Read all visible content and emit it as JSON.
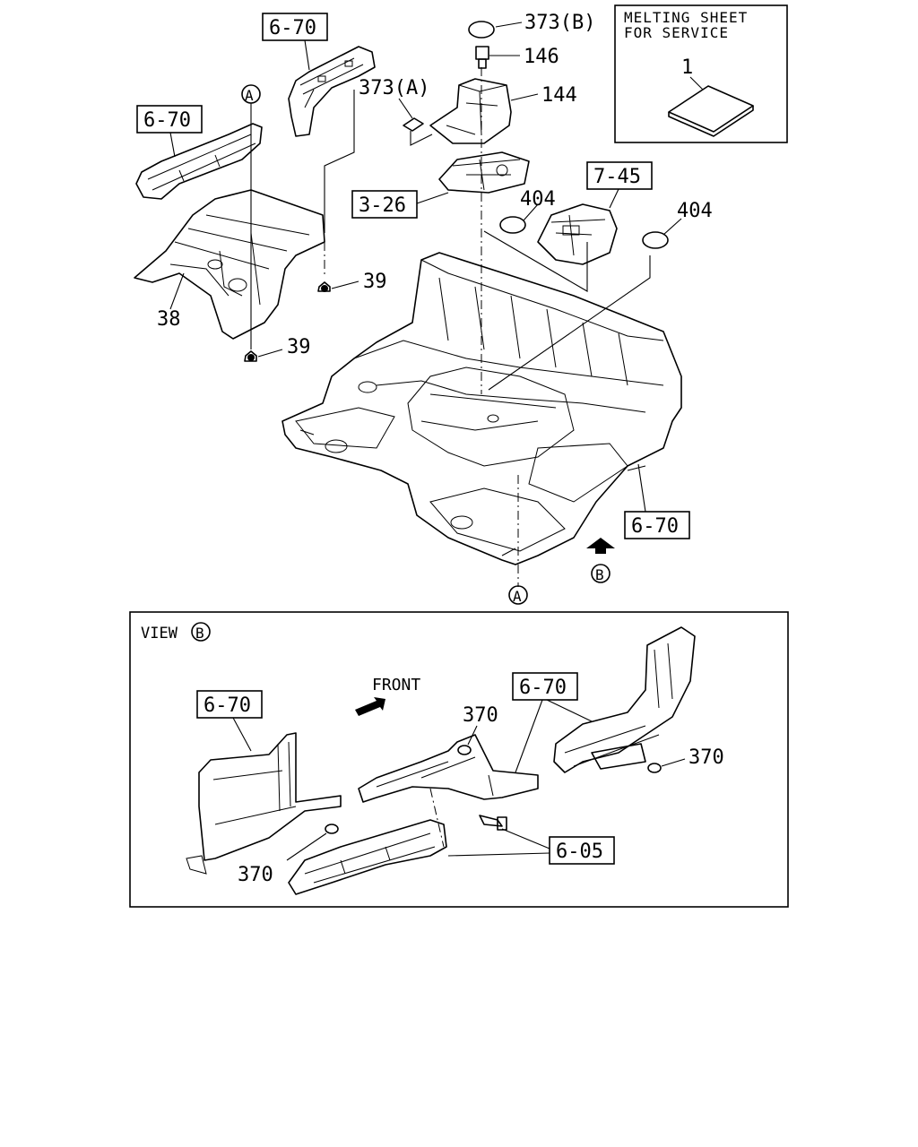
{
  "service_box": {
    "line1": "MELTING SHEET",
    "line2": "FOR SERVICE",
    "item": "1"
  },
  "refs": {
    "r670_a": "6-70",
    "r670_b": "6-70",
    "r326": "3-26",
    "r745": "7-45",
    "r670_c": "6-70",
    "r670_view_left": "6-70",
    "r670_view_right": "6-70",
    "r605": "6-05"
  },
  "parts": {
    "p373b": "373(B)",
    "p146": "146",
    "p373a": "373(A)",
    "p144": "144",
    "p404_left": "404",
    "p404_right": "404",
    "p39_upper": "39",
    "p39_lower": "39",
    "p38": "38",
    "p370_top": "370",
    "p370_right": "370",
    "p370_bottom": "370"
  },
  "markers": {
    "a_top": "A",
    "a_bottom": "A",
    "b_arrow": "B"
  },
  "view_panel": {
    "title": "VIEW",
    "marker": "B",
    "front": "FRONT"
  }
}
